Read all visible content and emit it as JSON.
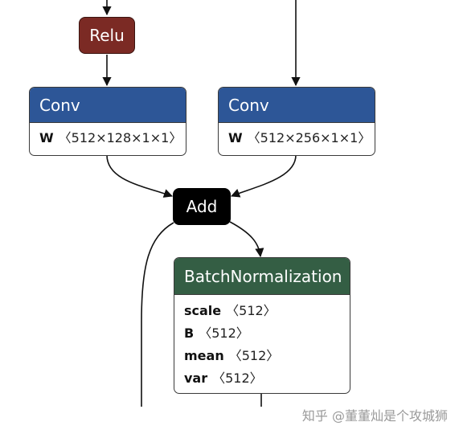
{
  "relu": {
    "label": "Relu",
    "color": "#7b2a24"
  },
  "conv_left": {
    "title": "Conv",
    "header_color": "#2d5697",
    "attrs": [
      {
        "key": "W",
        "value": "〈512×128×1×1〉"
      }
    ]
  },
  "conv_right": {
    "title": "Conv",
    "header_color": "#2d5697",
    "attrs": [
      {
        "key": "W",
        "value": "〈512×256×1×1〉"
      }
    ]
  },
  "add": {
    "label": "Add",
    "color": "#000000"
  },
  "batchnorm": {
    "title": "BatchNormalization",
    "header_color": "#345e44",
    "attrs": [
      {
        "key": "scale",
        "value": "〈512〉"
      },
      {
        "key": "B",
        "value": "〈512〉"
      },
      {
        "key": "mean",
        "value": "〈512〉"
      },
      {
        "key": "var",
        "value": "〈512〉"
      }
    ]
  },
  "watermark": "知乎 @董董灿是个攻城狮"
}
